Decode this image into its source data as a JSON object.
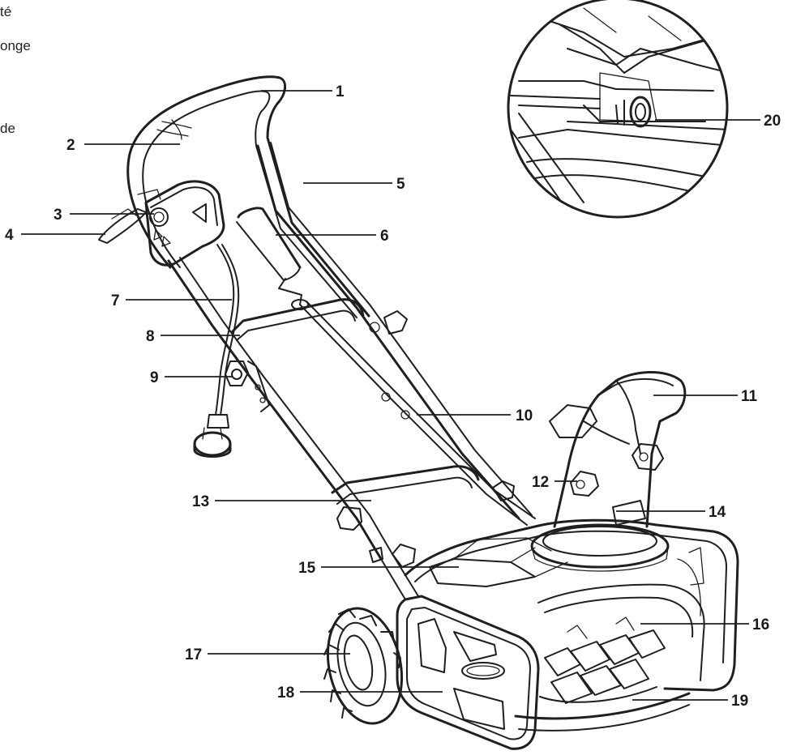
{
  "edge_text": [
    "té",
    "onge",
    "de"
  ],
  "callouts": [
    {
      "id": "1",
      "label": "1"
    },
    {
      "id": "2",
      "label": "2"
    },
    {
      "id": "3",
      "label": "3"
    },
    {
      "id": "4",
      "label": "4"
    },
    {
      "id": "5",
      "label": "5"
    },
    {
      "id": "6",
      "label": "6"
    },
    {
      "id": "7",
      "label": "7"
    },
    {
      "id": "8",
      "label": "8"
    },
    {
      "id": "9",
      "label": "9"
    },
    {
      "id": "10",
      "label": "10"
    },
    {
      "id": "11",
      "label": "11"
    },
    {
      "id": "12",
      "label": "12"
    },
    {
      "id": "13",
      "label": "13"
    },
    {
      "id": "14",
      "label": "14"
    },
    {
      "id": "15",
      "label": "15"
    },
    {
      "id": "16",
      "label": "16"
    },
    {
      "id": "17",
      "label": "17"
    },
    {
      "id": "18",
      "label": "18"
    },
    {
      "id": "19",
      "label": "19"
    },
    {
      "id": "20",
      "label": "20"
    }
  ],
  "colors": {
    "line": "#1f1f1f",
    "background": "#ffffff"
  }
}
